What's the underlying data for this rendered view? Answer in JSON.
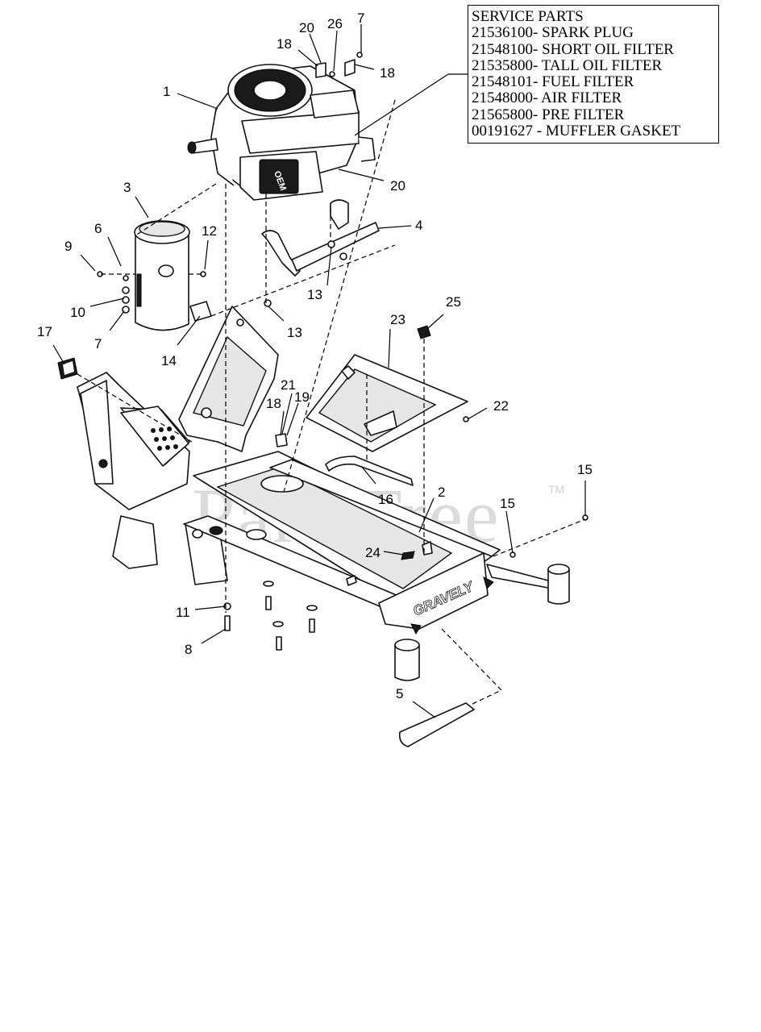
{
  "service_parts": {
    "title": "SERVICE PARTS",
    "items": [
      "21536100- SPARK PLUG",
      "21548100- SHORT OIL FILTER",
      "21535800- TALL OIL FILTER",
      "21548101- FUEL FILTER",
      "21548000- AIR FILTER",
      "21565800- PRE FILTER",
      "00191627 - MUFFLER GASKET"
    ]
  },
  "callouts": {
    "c1": "1",
    "c2": "2",
    "c3": "3",
    "c4": "4",
    "c5": "5",
    "c6": "6",
    "c7a": "7",
    "c7b": "7",
    "c8": "8",
    "c9": "9",
    "c10": "10",
    "c11": "11",
    "c12": "12",
    "c13a": "13",
    "c13b": "13",
    "c14": "14",
    "c15a": "15",
    "c15b": "15",
    "c16": "16",
    "c17": "17",
    "c18a": "18",
    "c18b": "18",
    "c18c": "18",
    "c19": "19",
    "c20a": "20",
    "c20b": "20",
    "c21": "21",
    "c22": "22",
    "c23": "23",
    "c24": "24",
    "c25": "25",
    "c26": "26"
  },
  "watermark": {
    "text": "PartsTree",
    "tm": "TM"
  },
  "frame": {
    "brand": "GRAVELY"
  },
  "engine": {
    "badge": "OEM"
  }
}
